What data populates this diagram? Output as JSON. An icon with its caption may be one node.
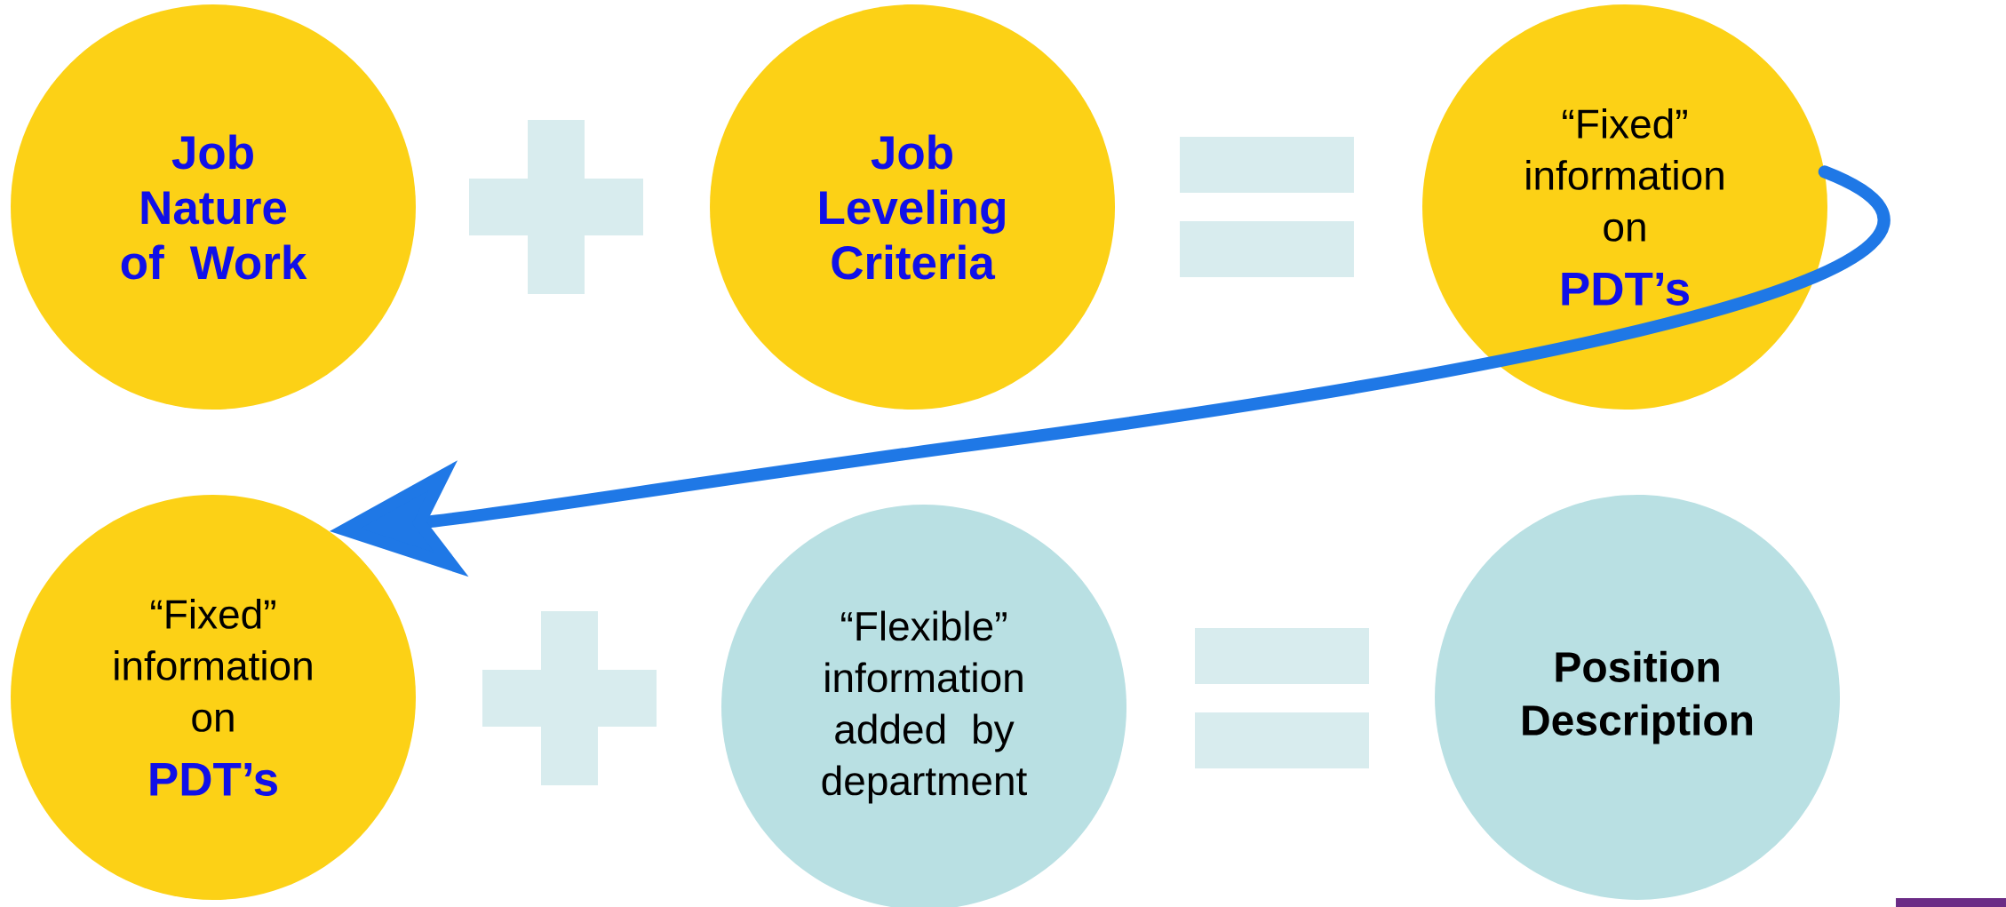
{
  "diagram": {
    "nodes": [
      {
        "text": [
          "Job Nature of Work"
        ]
      },
      {
        "text": [
          "Job Leveling Criteria"
        ]
      },
      {
        "text": [
          "“Fixed” information on",
          "PDT’s"
        ]
      },
      {
        "text": [
          "“Fixed” information on",
          "PDT’s"
        ]
      },
      {
        "text": [
          "“Flexible” information added by department"
        ]
      },
      {
        "text": [
          "Position Description"
        ]
      }
    ],
    "edges": [
      {
        "from": 2,
        "to": 3,
        "arrow": "to"
      }
    ]
  }
}
